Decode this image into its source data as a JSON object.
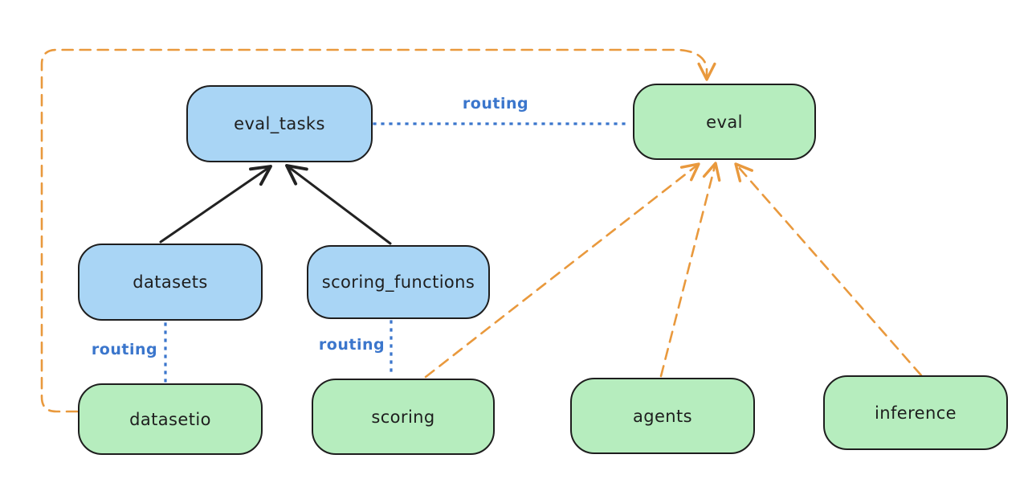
{
  "diagram": {
    "colors": {
      "background": "#ffffff",
      "node_border": "#1e1e1e",
      "node_blue_fill": "#a9d5f5",
      "node_green_fill": "#b6edbe",
      "solid_edge_black": "#222222",
      "routing_blue": "#3b76cc",
      "dashed_orange": "#e9993d"
    },
    "nodes": {
      "eval_tasks": {
        "label": "eval_tasks",
        "fill": "blue"
      },
      "eval": {
        "label": "eval",
        "fill": "green"
      },
      "datasets": {
        "label": "datasets",
        "fill": "blue"
      },
      "scoring_functions": {
        "label": "scoring_functions",
        "fill": "blue"
      },
      "datasetio": {
        "label": "datasetio",
        "fill": "green"
      },
      "scoring": {
        "label": "scoring",
        "fill": "green"
      },
      "agents": {
        "label": "agents",
        "fill": "green"
      },
      "inference": {
        "label": "inference",
        "fill": "green"
      }
    },
    "edges": [
      {
        "from": "datasets",
        "to": "eval_tasks",
        "style": "solid-arrow",
        "color": "black",
        "label": ""
      },
      {
        "from": "scoring_functions",
        "to": "eval_tasks",
        "style": "solid-arrow",
        "color": "black",
        "label": ""
      },
      {
        "from": "eval_tasks",
        "to": "eval",
        "style": "dotted",
        "color": "blue",
        "label": "routing"
      },
      {
        "from": "datasets",
        "to": "datasetio",
        "style": "dotted",
        "color": "blue",
        "label": "routing"
      },
      {
        "from": "scoring_functions",
        "to": "scoring",
        "style": "dotted",
        "color": "blue",
        "label": "routing"
      },
      {
        "from": "datasetio",
        "to": "eval",
        "style": "dashed-arrow",
        "color": "orange",
        "label": ""
      },
      {
        "from": "scoring",
        "to": "eval",
        "style": "dashed-arrow",
        "color": "orange",
        "label": ""
      },
      {
        "from": "agents",
        "to": "eval",
        "style": "dashed-arrow",
        "color": "orange",
        "label": ""
      },
      {
        "from": "inference",
        "to": "eval",
        "style": "dashed-arrow",
        "color": "orange",
        "label": ""
      }
    ]
  }
}
